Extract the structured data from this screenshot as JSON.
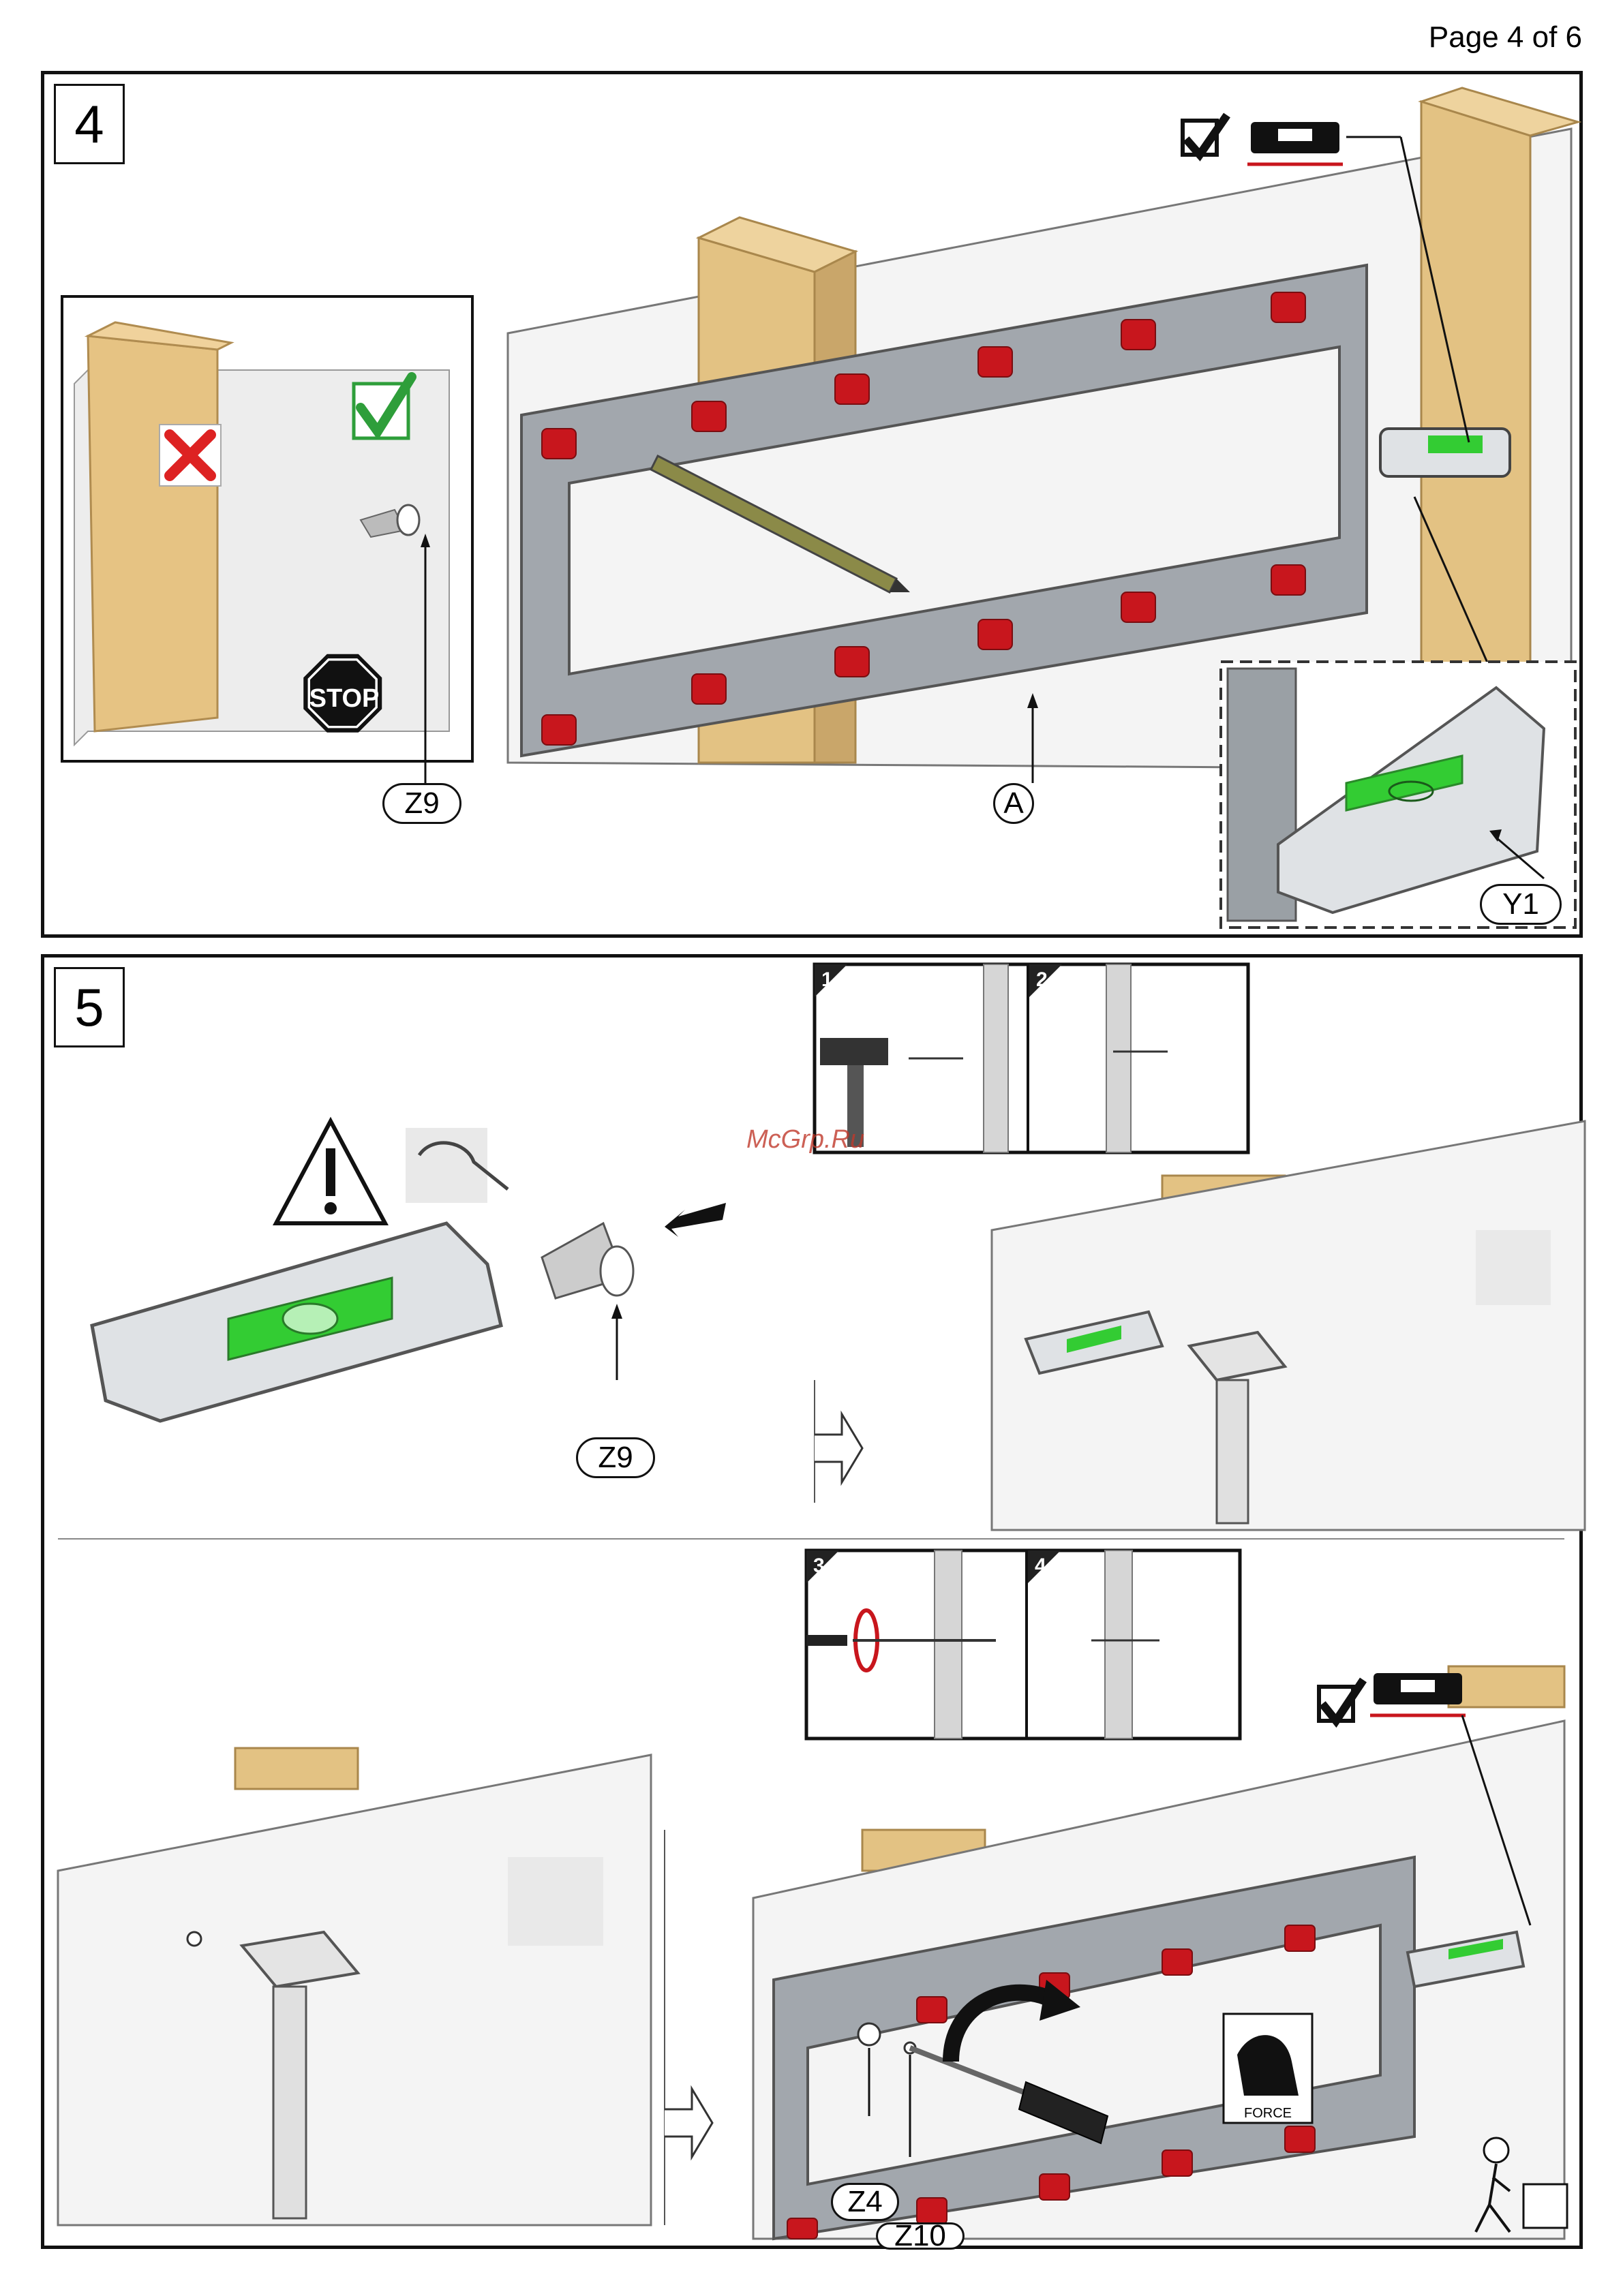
{
  "page": {
    "label": "Page 4 of 6"
  },
  "step4": {
    "number": "4",
    "callouts": {
      "z9": "Z9",
      "a": "A",
      "y1": "Y1"
    },
    "stop_sign": "STOP"
  },
  "step5": {
    "number": "5",
    "callouts": {
      "z9": "Z9",
      "z4": "Z4",
      "z10": "Z10"
    },
    "mini_steps": [
      "1",
      "2",
      "3",
      "4"
    ],
    "force_label": "FORCE"
  },
  "watermark": "McGrp.Ru",
  "colors": {
    "wood": "#e3c283",
    "rail": "#a2a7ad",
    "clip": "#c8161d",
    "level": "#33cc33",
    "wall": "#f1f1f1"
  }
}
